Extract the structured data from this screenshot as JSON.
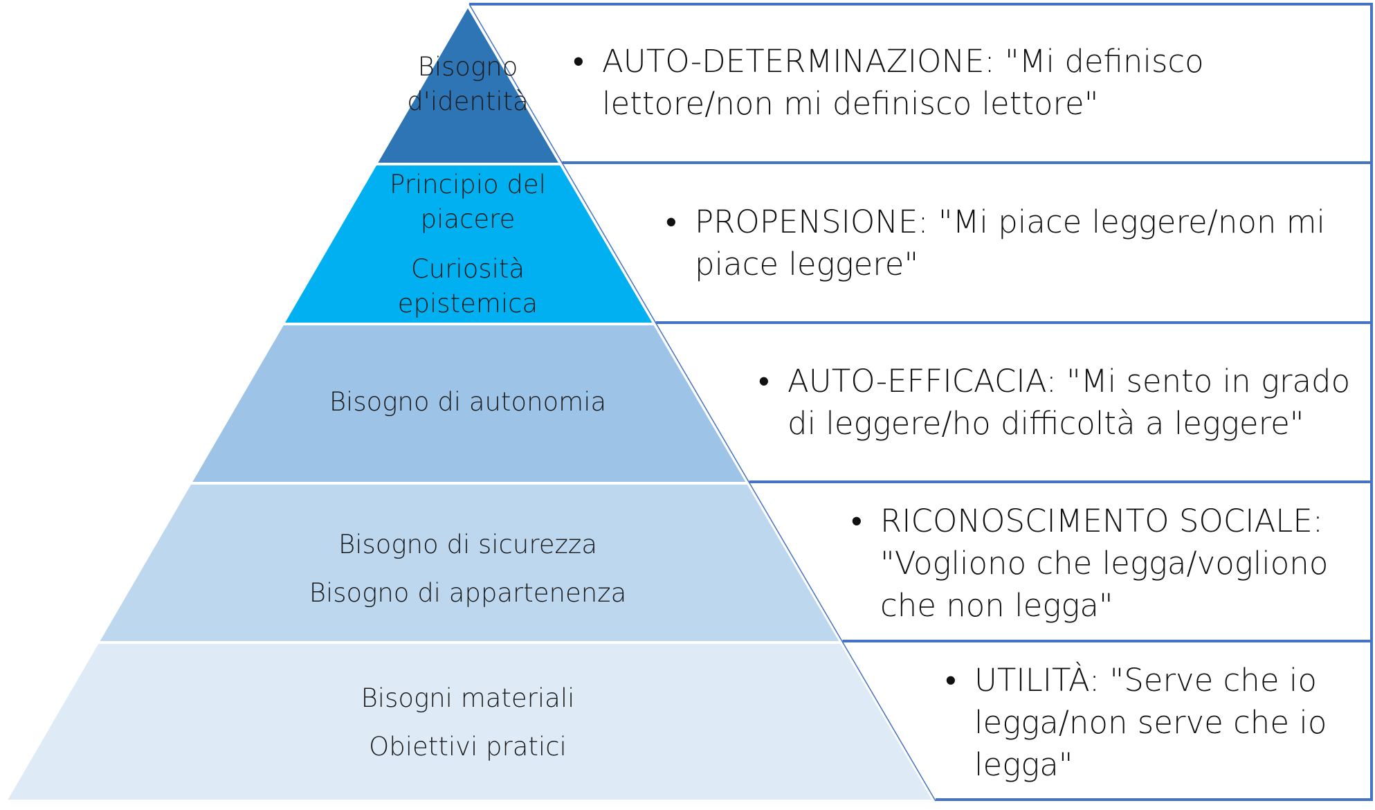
{
  "levels": [
    {
      "label_lines": [
        "Bisogno",
        "d'identità"
      ],
      "color": "#2E75B6",
      "description": "AUTO-DETERMINAZIONE: \"Mi definisco lettore/non mi definisco lettore\""
    },
    {
      "label_groups": [
        [
          "Principio del",
          "piacere"
        ],
        [
          "Curiosità",
          "epistemica"
        ]
      ],
      "color": "#00B0F0",
      "description": "PROPENSIONE: \"Mi piace leggere/non mi piace leggere\""
    },
    {
      "label_lines": [
        "Bisogno di autonomia"
      ],
      "color": "#9DC3E6",
      "description": "AUTO-EFFICACIA: \"Mi sento in grado di leggere/ho difficoltà a leggere\""
    },
    {
      "label_lines": [
        "Bisogno di sicurezza",
        "Bisogno di appartenenza"
      ],
      "color": "#BDD7EE",
      "description": "RICONOSCIMENTO SOCIALE: \"Vogliono che legga/vogliono che non legga\""
    },
    {
      "label_lines": [
        "Bisogni materiali",
        "Obiettivi pratici"
      ],
      "color": "#DEEBF7",
      "description": "UTILITÀ: \"Serve che io legga/non serve che io legga\""
    }
  ],
  "colors": {
    "border": "#4472C4",
    "separator": "#ffffff",
    "text": "#1a1a1a"
  },
  "bullet_char": "•"
}
